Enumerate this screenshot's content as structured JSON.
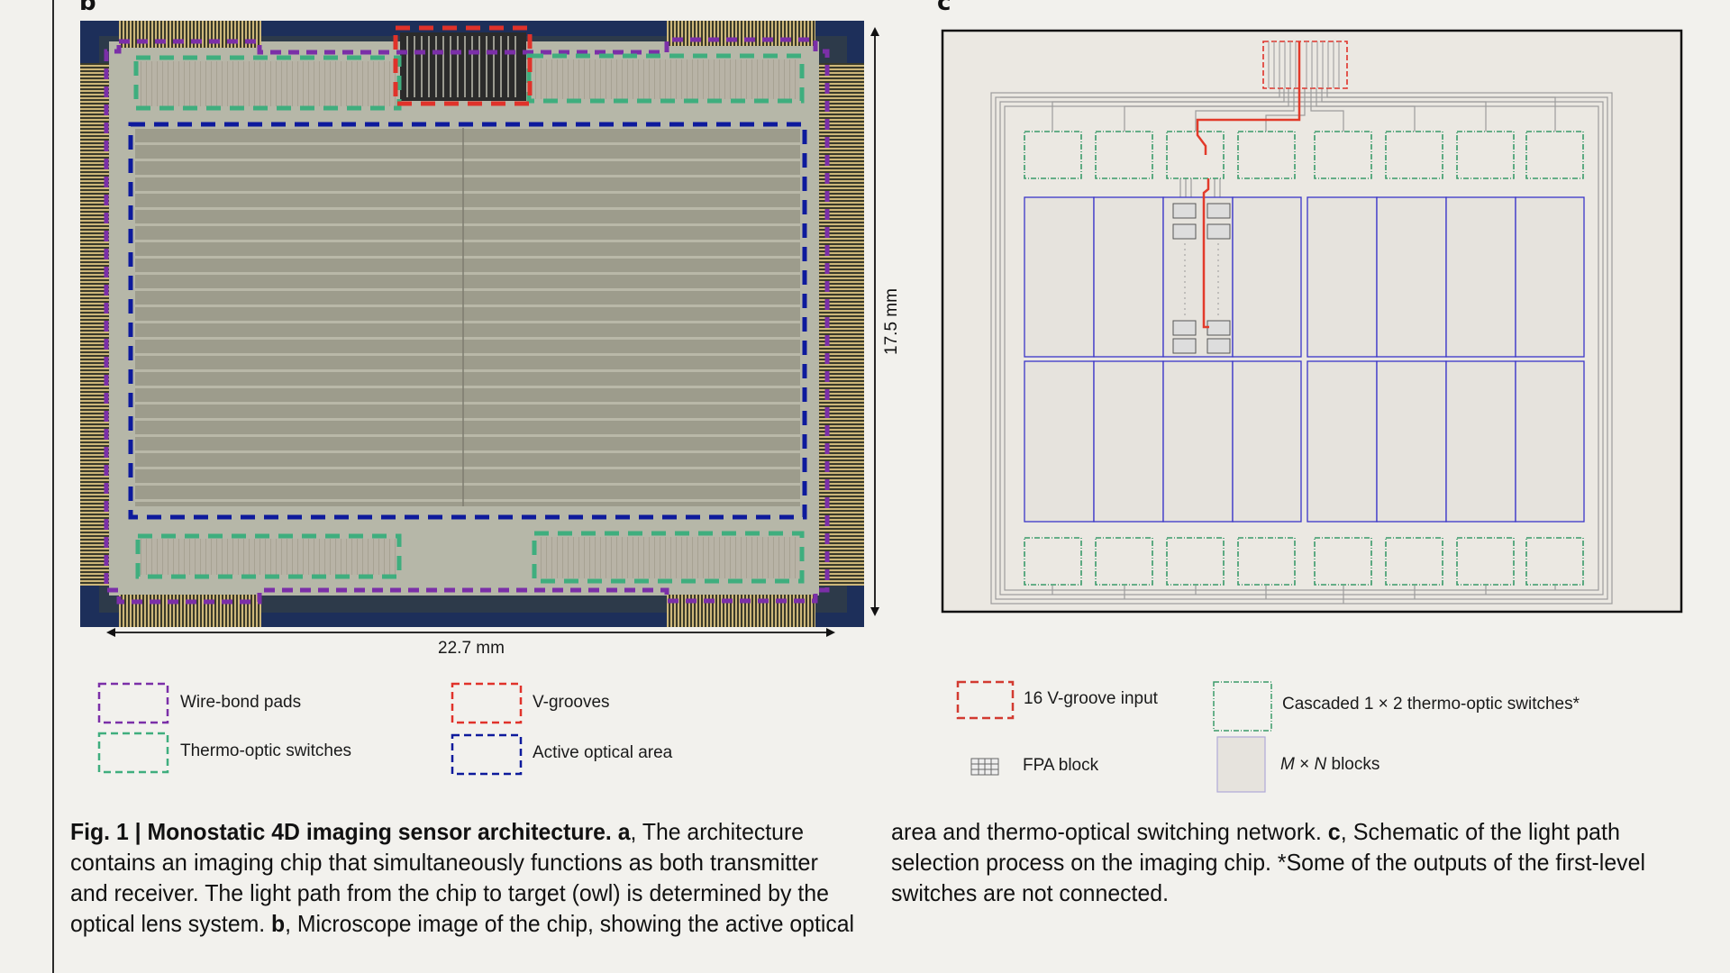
{
  "panels": {
    "b": "b",
    "c": "c"
  },
  "dimensions": {
    "height": "17.5 mm",
    "width": "22.7 mm"
  },
  "legend_b": {
    "wire_bond": "Wire-bond pads",
    "thermo_optic": "Thermo-optic switches",
    "v_grooves": "V-grooves",
    "active_area": "Active optical area"
  },
  "legend_c": {
    "vgroove_input": "16 V-groove input",
    "cascaded": "Cascaded 1 × 2 thermo-optic switches*",
    "fpa_block": "FPA block",
    "mn_m": "M",
    "mn_x": " × ",
    "mn_n": "N",
    "mn_rest": " blocks"
  },
  "colors": {
    "purple": "#7b2fa8",
    "green": "#3fae7e",
    "red": "#e0322a",
    "blue": "#0d1a9c",
    "schematic_blue": "#3a35c8",
    "path_red": "#e23a2a"
  },
  "caption": {
    "left": [
      {
        "b1": "Fig. 1 | Monostatic 4D imaging sensor architecture. a",
        "t1": ", The architecture"
      },
      {
        "t1": "contains an imaging chip that simultaneously functions as both transmitter"
      },
      {
        "t1": "and receiver. The light path from the chip to target (owl) is determined by the"
      },
      {
        "t1": "optical lens system. ",
        "b1": "b",
        "t2": ", Microscope image of the chip, showing the active optical"
      }
    ],
    "right": [
      {
        "t1": "area and thermo-optical switching network. ",
        "b1": "c",
        "t2": ", Schematic of the light path"
      },
      {
        "t1": "selection process on the imaging chip. *Some of the outputs of the first-level"
      },
      {
        "t1": "switches are not connected."
      }
    ]
  }
}
